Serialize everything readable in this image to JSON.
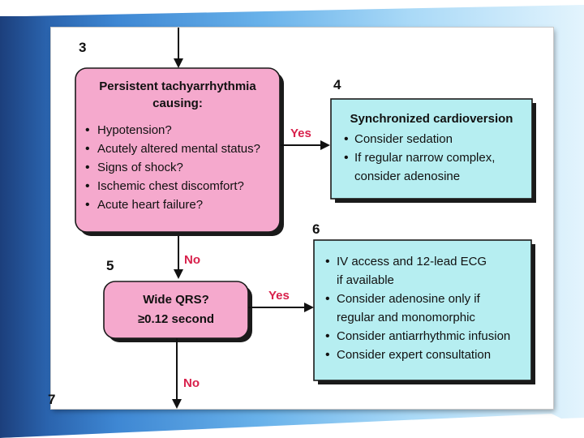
{
  "colors": {
    "decision_box": "#f5a9cd",
    "action_box": "#b6eef1",
    "yes_no_label": "#d8204b"
  },
  "step_numbers": {
    "s3": "3",
    "s4": "4",
    "s5": "5",
    "s6": "6",
    "s7": "7"
  },
  "box3": {
    "title_line1": "Persistent tachyarrhythmia",
    "title_line2": "causing:",
    "items": [
      "Hypotension?",
      "Acutely altered mental status?",
      "Signs of shock?",
      "Ischemic chest discomfort?",
      "Acute heart failure?"
    ]
  },
  "box4": {
    "title": "Synchronized cardioversion",
    "items": [
      "Consider sedation",
      "If regular narrow complex,",
      "consider adenosine"
    ]
  },
  "box5": {
    "title_line1": "Wide QRS?",
    "title_line2": "≥0.12 second"
  },
  "box6": {
    "items": [
      "IV access and 12-lead ECG",
      "if available",
      "Consider adenosine only if",
      "regular and monomorphic",
      "Consider antiarrhythmic infusion",
      "Consider expert consultation"
    ]
  },
  "labels": {
    "yes_top": "Yes",
    "no_mid": "No",
    "yes_bottom": "Yes",
    "no_bottom": "No"
  }
}
